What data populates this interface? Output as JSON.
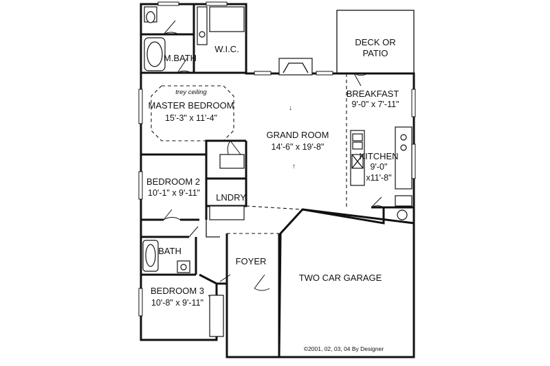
{
  "rooms": {
    "master_bath": "M.BATH",
    "wic": "W.I.C.",
    "master_bedroom": "MASTER BEDROOM",
    "master_bedroom_dim": "15'-3\" x 11'-4\"",
    "trey_ceiling": "trey ceiling",
    "bedroom2": "BEDROOM 2",
    "bedroom2_dim": "10'-1\" x 9'-11\"",
    "laundry": "LNDRY.",
    "bath": "BATH",
    "bedroom3": "BEDROOM 3",
    "bedroom3_dim": "10'-8\" x 9'-11\"",
    "grand_room": "GRAND ROOM",
    "grand_room_dim": "14'-6\" x 19'-8\"",
    "deck_line1": "DECK OR",
    "deck_line2": "PATIO",
    "breakfast": "BREAKFAST",
    "breakfast_dim": "9'-0\" x 7'-11\"",
    "kitchen": "KITCHEN",
    "kitchen_dim1": "9'-0\"",
    "kitchen_dim2": "x11'-8\"",
    "foyer": "FOYER",
    "garage": "TWO CAR GARAGE"
  },
  "copyright": "©2001, 02, 03, 04 By Designer"
}
